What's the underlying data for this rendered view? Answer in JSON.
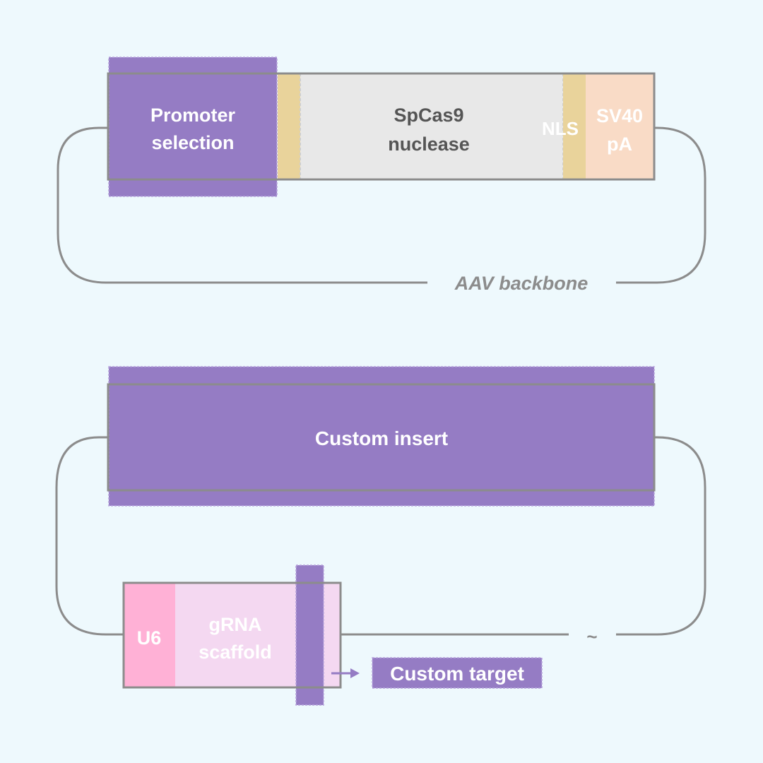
{
  "colors": {
    "background": "#eef9fd",
    "custom_purple": "#957cc4",
    "nls_gold": "#e9d39b",
    "cas9_gray": "#e8e8e8",
    "polyA_peach": "#f9dbc6",
    "u6_pink": "#ffb1d6",
    "scaffold_pink": "#f4d8f1",
    "backbone_gray": "#8c8c8c",
    "label_dark": "#555555",
    "label_light": "#ffffff"
  },
  "top_construct": {
    "promoter_line1": "Promoter",
    "promoter_line2": "selection",
    "cas9_line1": "SpCas9",
    "cas9_line2": "nuclease",
    "nls": "NLS",
    "polyA_line1": "SV40",
    "polyA_line2": "pA",
    "backbone": "AAV backbone"
  },
  "bottom_construct": {
    "insert": "Custom insert",
    "u6": "U6",
    "scaffold_line1": "gRNA",
    "scaffold_line2": "scaffold",
    "target": "Custom target",
    "backbone_mark": "~"
  }
}
